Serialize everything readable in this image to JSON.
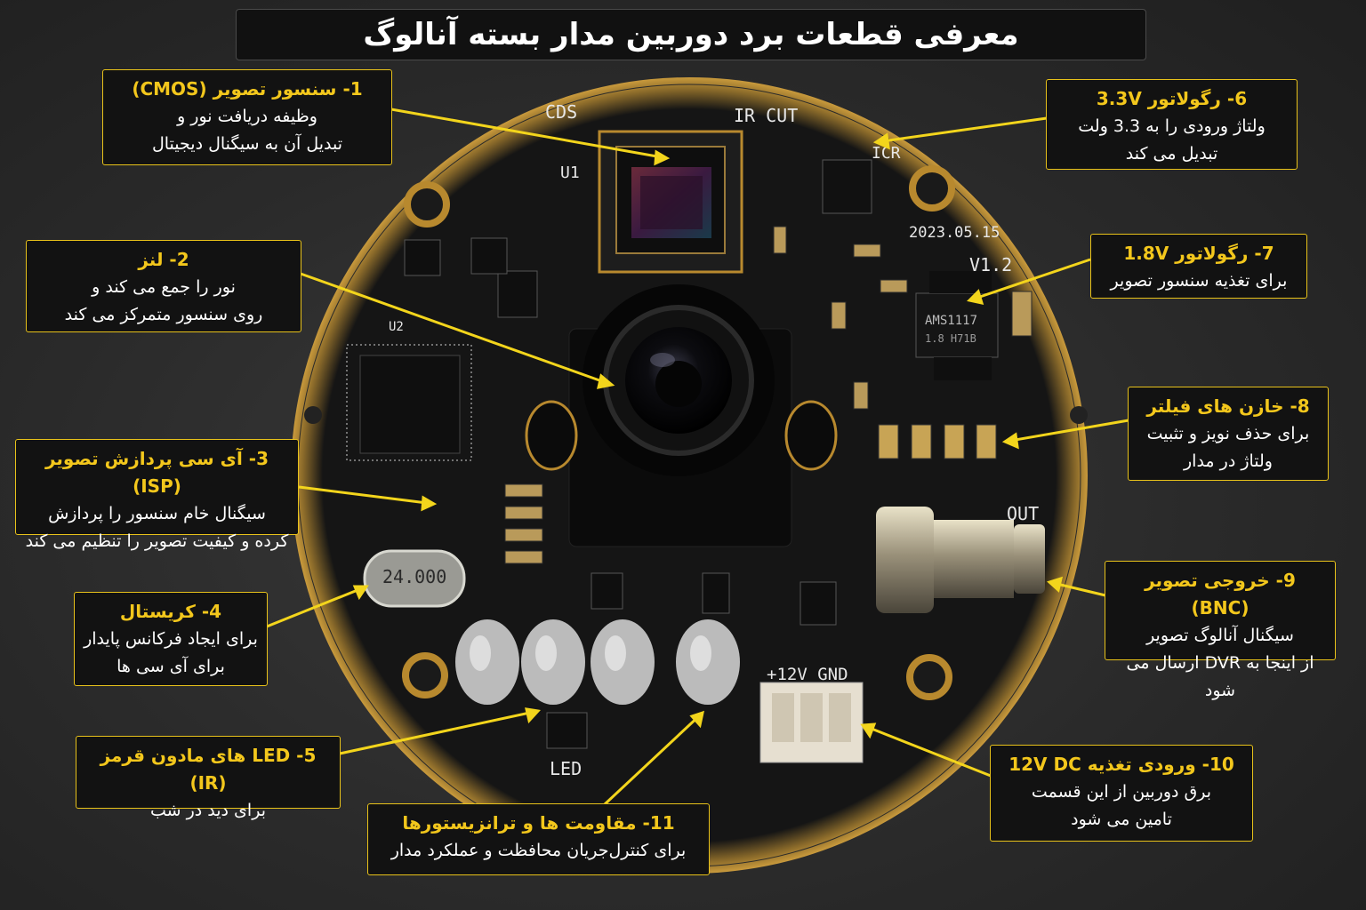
{
  "title": "معرفی قطعات برد دوربین مدار بسته آنالوگ",
  "board_labels": {
    "cds": "CDS",
    "ir_cut": "IR CUT",
    "u1": "U1",
    "u2": "U2",
    "date": "2023.05.15",
    "version": "V1.2",
    "regulator_chip": "AMS1117",
    "regulator_sub": "1.8 H71B",
    "crystal": "24.000",
    "out": "OUT",
    "power": "+12V GND",
    "led": "LED",
    "icr": "ICR"
  },
  "callouts": [
    {
      "title": "1- سنسور تصویر (CMOS)",
      "line1": "وظیفه دریافت نور و",
      "line2": "تبدیل آن به سیگنال دیجیتال"
    },
    {
      "title": "2- لنز",
      "line1": "نور را جمع می کند و",
      "line2": "روی سنسور متمرکز می کند"
    },
    {
      "title": "3- آی سی پردازش تصویر (ISP)",
      "line1": "سیگنال خام سنسور را پردازش",
      "line2": "کرده و کیفیت تصویر را تنظیم می کند"
    },
    {
      "title": "4- کریستال",
      "line1": "برای ایجاد فرکانس پایدار",
      "line2": "برای آی سی ها"
    },
    {
      "title": "5- LED های مادون قرمز (IR)",
      "line1": "برای دید در شب",
      "line2": ""
    },
    {
      "title": "6- رگولاتور 3.3V",
      "line1": "ولتاژ ورودی را به 3.3 ولت",
      "line2": "تبدیل می کند"
    },
    {
      "title": "7- رگولاتور 1.8V",
      "line1": "برای تغذیه سنسور تصویر",
      "line2": ""
    },
    {
      "title": "8- خازن های فیلتر",
      "line1": "برای حذف نویز و تثبیت",
      "line2": "ولتاژ در مدار"
    },
    {
      "title": "9- خروجی تصویر (BNC)",
      "line1": "سیگنال آنالوگ تصویر",
      "line2": "از اینجا به DVR ارسال می شود"
    },
    {
      "title": "10- ورودی تغذیه 12V DC",
      "line1": "برق دوربین از این قسمت",
      "line2": "تامین می شود"
    },
    {
      "title": "11- مقاومت ها و ترانزیستورها",
      "line1": "برای کنترل‌جریان محافظت و عملکرد مدار",
      "line2": ""
    }
  ],
  "colors": {
    "accent": "#f3c71c",
    "board": "#141414",
    "gold_rim": "#b8892e"
  }
}
